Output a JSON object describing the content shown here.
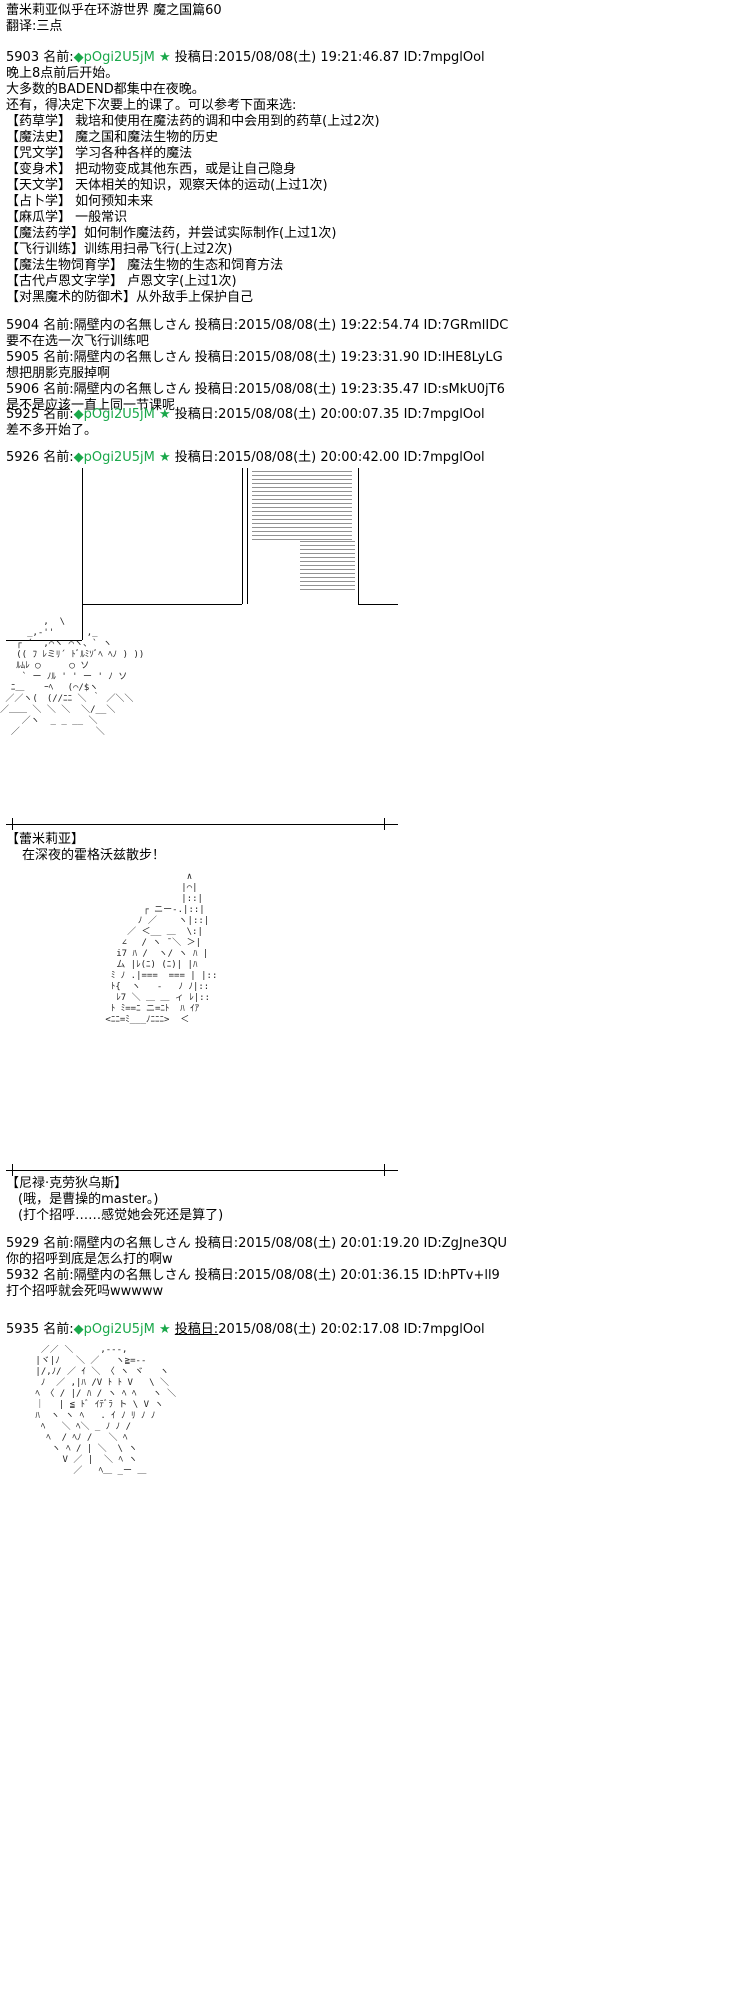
{
  "header": {
    "title": "蕾米莉亚似乎在环游世界 魔之国篇60",
    "translator": "翻译:三点"
  },
  "op_post_5903": {
    "num": "5903",
    "name_label": "名前:",
    "trip": "◆pOgi2U5jM",
    "star": "★",
    "date": "投稿日:2015/08/08(土) 19:21:46.87 ID:7mpglOol",
    "lines": [
      "晚上8点前后开始。",
      "大多数的BADEND都集中在夜晚。",
      "还有，得决定下次要上的课了。可以参考下面来选:",
      "【药草学】 栽培和使用在魔法药的调和中会用到的药草(上过2次)",
      "【魔法史】 魔之国和魔法生物的历史",
      "【咒文学】 学习各种各样的魔法",
      "【变身术】 把动物变成其他东西，或是让自己隐身",
      "【天文学】 天体相关的知识，观察天体的运动(上过1次)",
      "【占卜学】 如何预知未来",
      "【麻瓜学】 一般常识",
      "【魔法药学】如何制作魔法药，并尝试实际制作(上过1次)",
      "【飞行训练】训练用扫帚飞行(上过2次)",
      "【魔法生物饲育学】 魔法生物的生态和饲育方法",
      "【古代卢恩文字学】 卢恩文字(上过1次)",
      "【对黑魔术的防御术】从外敌手上保护自己"
    ]
  },
  "replies": [
    {
      "num": "5904",
      "header": "5904 名前:隔壁内の名無しさん 投稿日:2015/08/08(土) 19:22:54.74 ID:7GRmlIDC",
      "body": "要不在选一次飞行训练吧"
    },
    {
      "num": "5905",
      "header": "5905 名前:隔壁内の名無しさん 投稿日:2015/08/08(土) 19:23:31.90 ID:lHE8LyLG",
      "body": "想把朋影克服掉啊"
    },
    {
      "num": "5906",
      "header": "5906 名前:隔壁内の名無しさん 投稿日:2015/08/08(土) 19:23:35.47 ID:sMkU0jT6",
      "body": "是不是应该一直上同一节课呢"
    }
  ],
  "op_post_5925": {
    "num": "5925",
    "name_label": "名前:",
    "trip": "◆pOgi2U5jM",
    "star": "★",
    "date": "投稿日:2015/08/08(土) 20:00:07.35 ID:7mpglOol",
    "body": "差不多开始了。"
  },
  "op_post_5926": {
    "num": "5926",
    "name_label": "名前:",
    "trip": "◆pOgi2U5jM",
    "star": "★",
    "date": "投稿日:2015/08/08(土) 20:00:42.00 ID:7mpglOol"
  },
  "scene1": {
    "speaker": "【蕾米莉亚】",
    "line": "在深夜的霍格沃兹散步！"
  },
  "scene2": {
    "speaker": "【尼禄·克劳狄乌斯】",
    "line1": "(哦，是曹操的master。)",
    "line2": "(打个招呼……感觉她会死还是算了)"
  },
  "replies2": [
    {
      "num": "5929",
      "header": "5929 名前:隔壁内の名無しさん 投稿日:2015/08/08(土) 20:01:19.20 ID:ZgJne3QU",
      "body": "你的招呼到底是怎么打的啊w"
    },
    {
      "num": "5932",
      "header": "5932 名前:隔壁内の名無しさん 投稿日:2015/08/08(土) 20:01:36.15 ID:hPTv+ll9",
      "body": "打个招呼就会死吗wwwww"
    }
  ],
  "op_post_5935": {
    "num": "5935",
    "name_label": "名前:",
    "trip": "◆pOgi2U5jM",
    "star": "★",
    "date_prefix": "投稿日:",
    "date": "2015/08/08(土) 20:02:17.08 ID:7mpglOol"
  },
  "art": {
    "remilia": "        ,  \\\n     _,-''      ,_\n   ┌ ´  ,⌒ヽ ⌒ヽ、` ヽ\n   (( ﾌ ﾚミﾘ´ ﾄﾞﾙﾐｿﾞﾍ ﾍﾉ ) ))\n   ﾙﾑﾚ ◯ 　　 ◯ ソ\n    ` ー ﾉﾙ ' ' ー ' ﾉ ソ\n  ﾆ＿ 　 ｰﾍ 　(⌒/$ヽ\n ／／ヽ(　(//ﾆﾆ ＼ ｀ ／＼＼\n／＿＿ ＼ ＼ ＼  ＼/__＼\n    ／ヽ  _ _ __ ＼\n  ／              ＼",
    "nero": "                ∧\n               |⌒|\n               |::|\n        ┌ ニー-.|::|\n       ﾉ ／    ヽ|::|\n     ／ ＜__ ＿  \\:|\n    ∠ 　/ ヽ ̄ ＼ ＞|\n   i7 ﾊ /  ヽ/ ヽ ﾊ |\n   ム |ﾚ(ﾆ) (ﾆ)| |ﾊ\n  ﾐ ﾉ .|===  === | |::\n  ﾄ{  ヽ   ‐   ﾉ ﾉ|::\n   ﾚ7 ＼ ＿ ＿ ィ ﾚ|::\n  ﾄ ﾐ==ﾆ ニ=ﾆﾄ  ﾊ ｲｱ\n <ﾆﾆ=ﾐ___ﾉﾆﾆﾆ>  ＜\n",
    "cat": "  ／／ ＼     ,-‐-,\n |ヾ|ﾉ   ＼ ／   ヽ≧=‐-\n |/,ﾉ/ ／ ｲ ＼ 〈 ヽ ヾ   ヽ\n  ﾉ  ／ ,|ﾊ /V ﾄ ﾄ V   \\ ＼\n ﾍ 〈 / |/ ﾊ / ヽ ﾍ ﾍ   ヽ ＼\n ｜ 　| ≦ ﾄﾞ ｲﾃﾞﾗ ト \\ V ヽ\n ﾊ  ヽ ヽ ﾍ   . ｲ ﾉ ﾘ ﾉ ﾉ\n  ﾍ   ＼ ﾍ＼ _ ﾉ ﾉ /\n   ﾍ  / ﾍﾉ /   ＼ ﾍ\n    ヽ ﾍ / | ＼  \\ ヽ\n      V ／ |  ＼ ﾍ ヽ\n        ／   ﾍ＿ _ー ＿"
  }
}
